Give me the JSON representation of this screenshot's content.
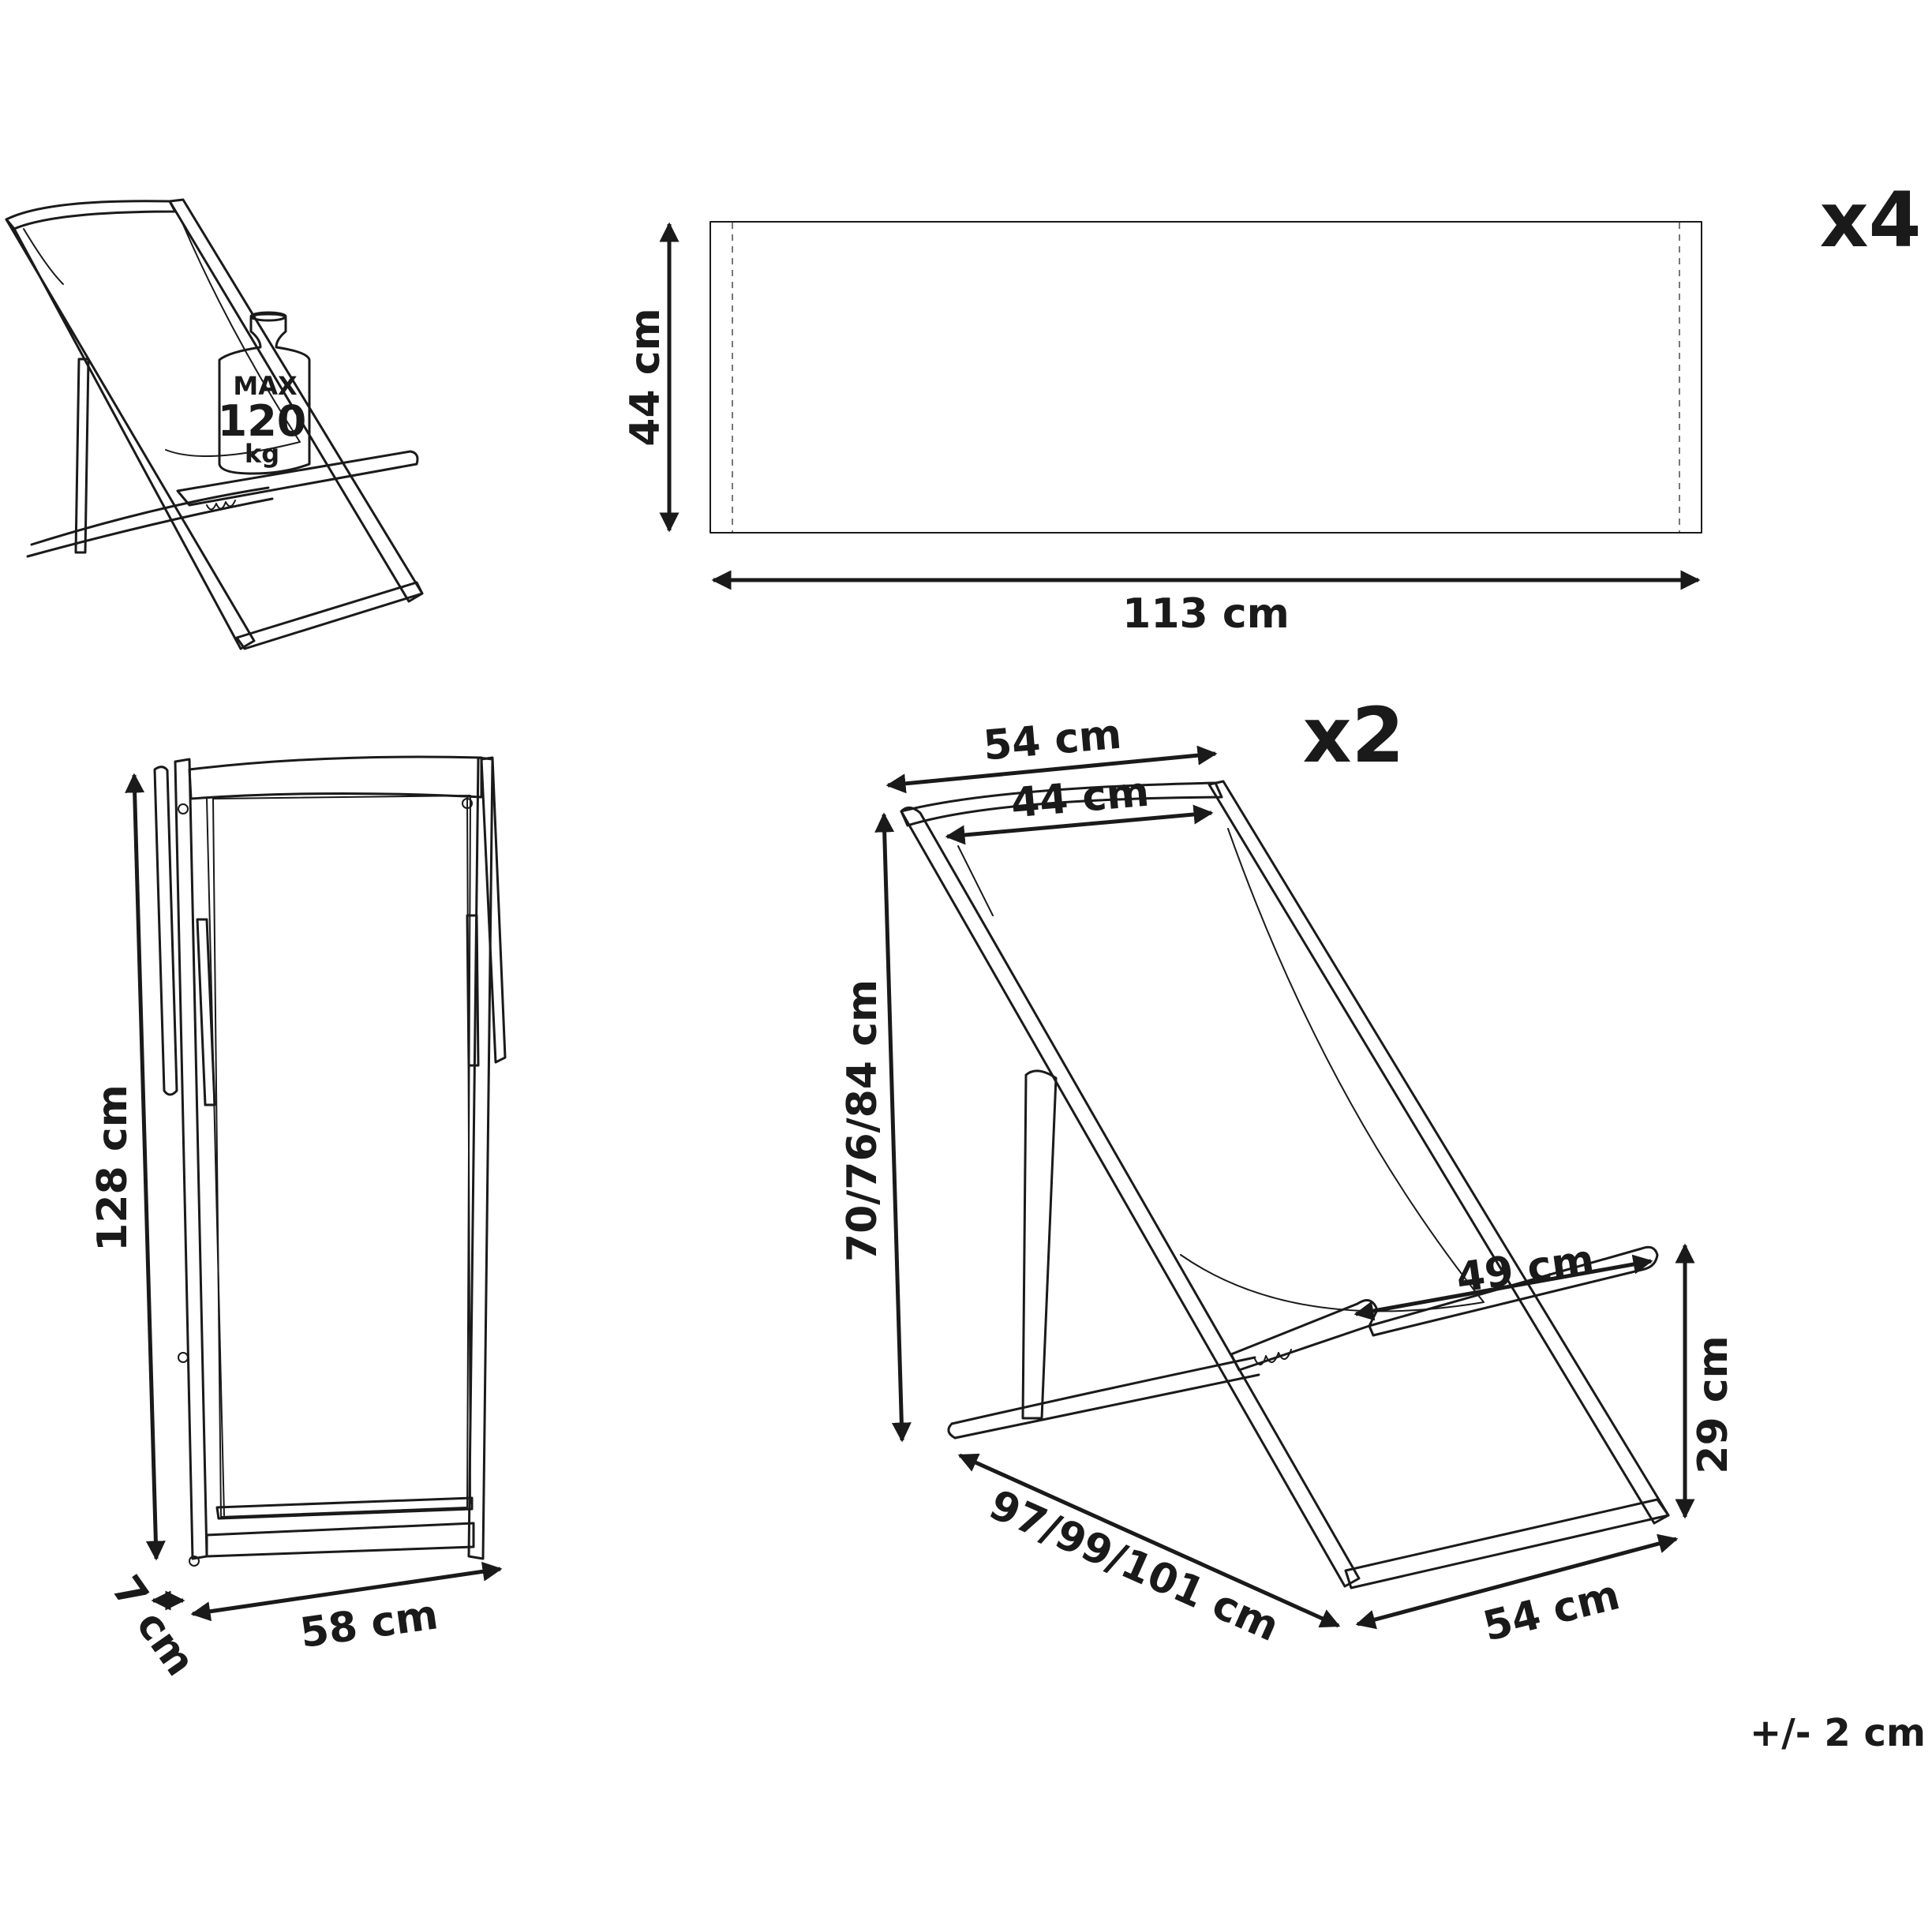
{
  "weight": {
    "max": "MAX",
    "value": "120",
    "unit": "kg"
  },
  "fabric": {
    "count": "x4",
    "height": "44 cm",
    "width": "113 cm"
  },
  "folded": {
    "height": "128 cm",
    "width": "58 cm",
    "depth": "7 cm"
  },
  "chair": {
    "count": "x2",
    "top_outer": "54 cm",
    "top_inner": "44 cm",
    "height": "70/76/84 cm",
    "armrest": "49 cm",
    "arm_height": "29 cm",
    "depth": "97/99/101 cm",
    "base_width": "54 cm"
  },
  "tolerance": "+/- 2 cm"
}
